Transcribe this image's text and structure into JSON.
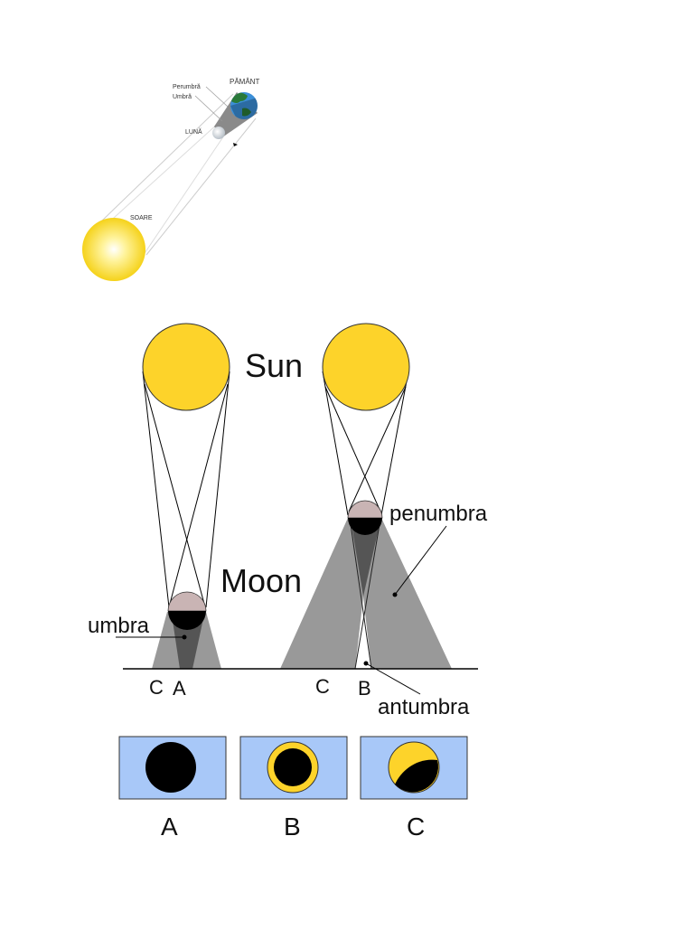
{
  "top_diagram": {
    "labels": {
      "earth": "PĂMÂNT",
      "penumbra": "Perumbră",
      "umbra": "Umbră",
      "moon": "LUNĂ",
      "sun": "SOARE"
    }
  },
  "main_diagram": {
    "labels": {
      "sun": "Sun",
      "moon": "Moon",
      "penumbra": "penumbra",
      "umbra": "umbra",
      "antumbra": "antumbra",
      "ground_left_c": "C",
      "ground_left_a": "A",
      "ground_right_c": "C",
      "ground_right_b": "B"
    }
  },
  "eclipse_views": [
    {
      "label": "A"
    },
    {
      "label": "B"
    },
    {
      "label": "C"
    }
  ],
  "colors": {
    "sun": "#fdd32a",
    "sun_top_light": "#fff8cc",
    "moon_lit": "#c9b4b4",
    "moon_dark": "#000000",
    "shadow_light": "#999999",
    "shadow_dark": "#555555",
    "sky_box": "#a8c8f8",
    "earth_blue": "#3b8fd8",
    "earth_green": "#2a7a3a"
  }
}
